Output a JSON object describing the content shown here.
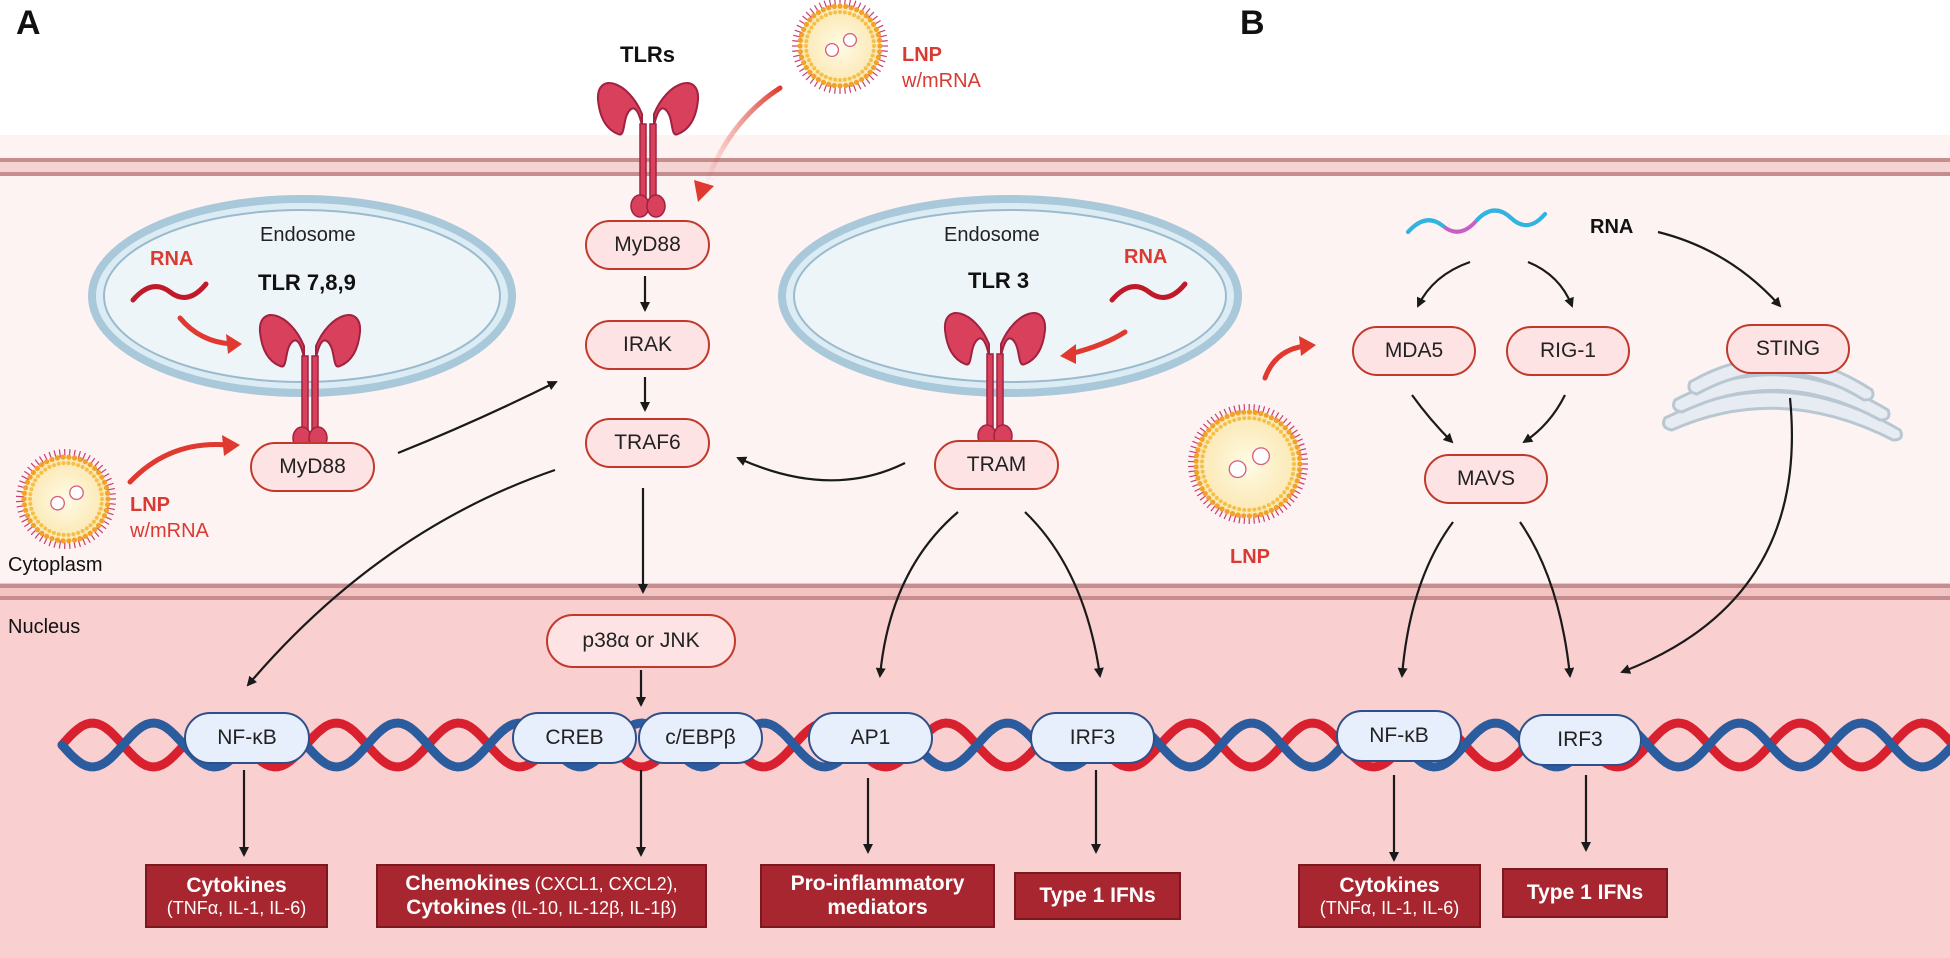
{
  "panels": {
    "a": "A",
    "b": "B"
  },
  "regions": {
    "cytoplasm": "Cytoplasm",
    "nucleus": "Nucleus"
  },
  "panel_a": {
    "tlrs_title": "TLRs",
    "lnp_top": {
      "name": "LNP",
      "sub": "w/mRNA"
    },
    "lnp_left": {
      "name": "LNP",
      "sub": "w/mRNA"
    },
    "endosome_left": {
      "title": "Endosome",
      "receptor": "TLR 7,8,9",
      "rna": "RNA"
    },
    "endosome_right": {
      "title": "Endosome",
      "receptor": "TLR 3",
      "rna": "RNA"
    },
    "myd88_top": "MyD88",
    "myd88_left": "MyD88",
    "irak": "IRAK",
    "traf6": "TRAF6",
    "tram": "TRAM",
    "p38": "p38α or JNK",
    "tf": {
      "nfkb": "NF-κB",
      "creb": "CREB",
      "cebp": "c/EBPβ",
      "ap1": "AP1",
      "irf3": "IRF3"
    },
    "outputs": {
      "cytokines": {
        "title": "Cytokines",
        "detail": "(TNFα, IL-1, IL-6)"
      },
      "chemokines": {
        "title1": "Chemokines",
        "detail1": "(CXCL1, CXCL2),",
        "title2": "Cytokines",
        "detail2": "(IL-10, IL-12β, IL-1β)"
      },
      "proinflammatory": {
        "line1": "Pro-inflammatory",
        "line2": "mediators"
      },
      "type1": "Type 1 IFNs"
    }
  },
  "panel_b": {
    "rna": "RNA",
    "lnp": "LNP",
    "mda5": "MDA5",
    "rig1": "RIG-1",
    "sting": "STING",
    "mavs": "MAVS",
    "tf": {
      "nfkb": "NF-κB",
      "irf3": "IRF3"
    },
    "outputs": {
      "cytokines": {
        "title": "Cytokines",
        "detail": "(TNFα, IL-1, IL-6)"
      },
      "type1": "Type 1 IFNs"
    }
  },
  "colors": {
    "accent_red": "#d93a32",
    "box_red": "#a8262f",
    "nucleus": "#f9cfd0",
    "cytoplasm": "#fdf3f2"
  }
}
